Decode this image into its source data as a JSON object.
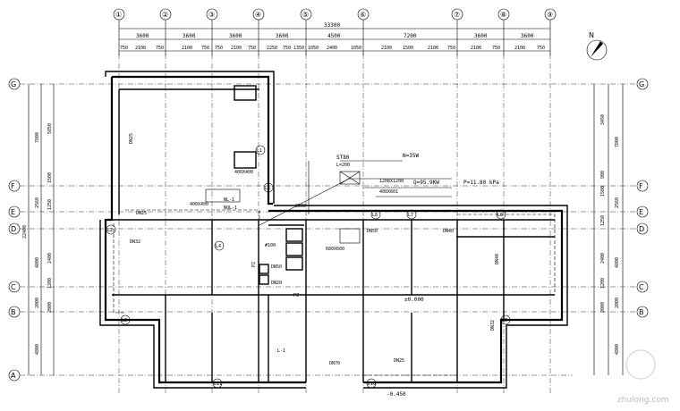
{
  "axes_top": [
    "①",
    "②",
    "③",
    "④",
    "⑤",
    "⑥",
    "⑦",
    "⑧",
    "⑨"
  ],
  "axes_side": [
    "G",
    "F",
    "E",
    "D",
    "C",
    "B",
    "A"
  ],
  "dims": {
    "overall": "33300",
    "bays": [
      "3600",
      "3600",
      "3600",
      "3600",
      "4500",
      "7200",
      "3600",
      "3600"
    ],
    "sub": [
      "750",
      "2100",
      "750",
      "2100",
      "750",
      "750",
      "2100",
      "750",
      "2250",
      "750",
      "1350",
      "1050",
      "2400",
      "1050",
      "2100",
      "1500",
      "2100",
      "750",
      "2100",
      "750",
      "2100",
      "750"
    ],
    "left_total": "22400",
    "left": [
      "7800",
      "2560",
      "4800",
      "2000",
      "4800"
    ],
    "left_sub": [
      "5850",
      "1500",
      "1250",
      "2400",
      "1200",
      "2000"
    ],
    "right": [
      "3450",
      "7800",
      "2560",
      "4800",
      "2000",
      "4800"
    ],
    "right_sub": [
      "900",
      "1500",
      "1250",
      "2400",
      "1200",
      "2000"
    ]
  },
  "labels": {
    "st": "ST80",
    "st2": "L=200",
    "n_power": "N=35W",
    "q_flow": "Q=95.9KW",
    "p_press": "P=11.80 kPa",
    "dn25a": "DN25",
    "dn25b": "DN25",
    "dn25c": "DN25",
    "dn32a": "DN32",
    "dn32b": "DN32",
    "dn40a": "DN40",
    "dn40b": "DN40",
    "dn50a": "DN50",
    "dn50b": "DN50",
    "dn70": "DN70",
    "dn20": "DN20",
    "nl1": "NL-1",
    "nl1b": "NQL-1",
    "l1": "L-1",
    "dim400": "400X400",
    "dim400b": "400X400",
    "dim680": "680X600",
    "dim1200": "1208X1200",
    "dim601": "400X601",
    "elev0": "±0.000",
    "elev1": "-0.450",
    "pz": "PZ",
    "pz2": "PZ",
    "dn65": "#100",
    "f3500": "3500"
  },
  "tags": [
    "L1",
    "L2",
    "L3",
    "L4",
    "L5",
    "L6",
    "L7",
    "L8",
    "L9",
    "L10",
    "L11"
  ],
  "watermark": "zhulong.com",
  "north": "N"
}
